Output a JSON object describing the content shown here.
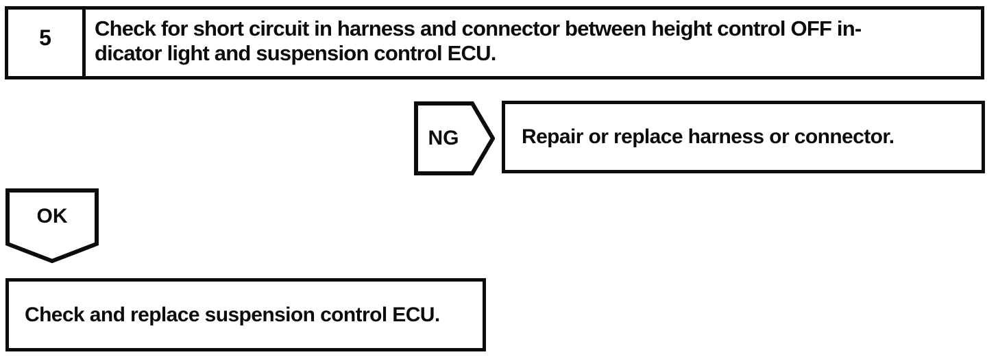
{
  "page": {
    "background": "#ffffff",
    "ink": "#0c0c0c",
    "kind": "diagnostic-flowchart"
  },
  "step": {
    "number": "5",
    "instruction": "Check for short circuit in harness and connector between height control OFF indicator light and suspension control ECU.",
    "instruction_lines": {
      "line1": "Check for short circuit in harness and connector between height control OFF in-",
      "line2": "dicator light and suspension control ECU."
    }
  },
  "ng_branch": {
    "label": "NG",
    "action": "Repair or replace harness or connector."
  },
  "ok_branch": {
    "label": "OK",
    "action": "Check and replace suspension control ECU."
  }
}
